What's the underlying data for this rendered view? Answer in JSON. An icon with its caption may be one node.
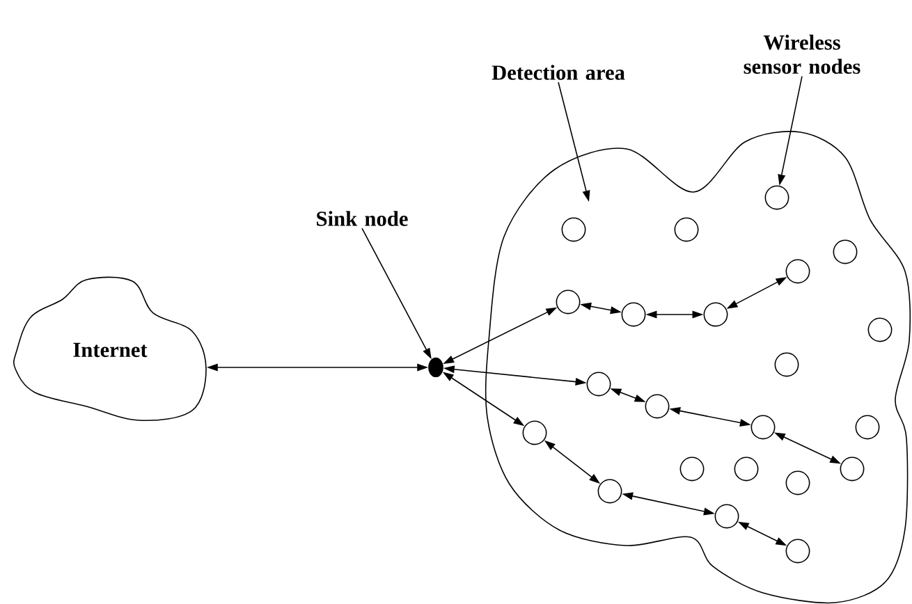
{
  "diagram": {
    "nodes": [
      {
        "text": [
          "Internet"
        ]
      },
      {
        "text": [
          "Sink node"
        ]
      },
      {
        "text": [
          "Detection area"
        ]
      },
      {
        "text": [
          "Wireless sensor nodes"
        ]
      },
      {
        "text": [],
        "shape": "cloud"
      },
      {
        "text": [],
        "shape": "circle"
      },
      {
        "text": [],
        "shape": "circle",
        "in": 4
      },
      {
        "text": [],
        "shape": "circle",
        "in": 4
      },
      {
        "text": [],
        "shape": "circle",
        "in": 4
      },
      {
        "text": [],
        "shape": "circle",
        "in": 4
      },
      {
        "text": [],
        "shape": "circle",
        "in": 4
      },
      {
        "text": [],
        "shape": "circle",
        "in": 4
      },
      {
        "text": [],
        "shape": "circle",
        "in": 4
      },
      {
        "text": [],
        "shape": "circle",
        "in": 4
      },
      {
        "text": [],
        "shape": "circle",
        "in": 4
      },
      {
        "text": [],
        "shape": "circle",
        "in": 4
      },
      {
        "text": [],
        "shape": "circle",
        "in": 4
      },
      {
        "text": [],
        "shape": "circle",
        "in": 4
      },
      {
        "text": [],
        "shape": "circle",
        "in": 4
      },
      {
        "text": [],
        "shape": "circle",
        "in": 4
      },
      {
        "text": [],
        "shape": "circle",
        "in": 4
      },
      {
        "text": [],
        "shape": "circle",
        "in": 4
      },
      {
        "text": [],
        "shape": "circle",
        "in": 4
      },
      {
        "text": [],
        "shape": "circle",
        "in": 4
      },
      {
        "text": [],
        "shape": "circle",
        "in": 4
      },
      {
        "text": [],
        "shape": "circle",
        "in": 4
      },
      {
        "text": [],
        "shape": "circle",
        "in": 4
      },
      {
        "text": [],
        "shape": "circle",
        "in": 4
      }
    ],
    "edges": [
      {
        "from": 0,
        "to": 5,
        "arrow": "both"
      },
      {
        "from": 1,
        "to": 5,
        "arrow": "to"
      },
      {
        "from": 2,
        "to": 4,
        "arrow": "to"
      },
      {
        "from": 3,
        "to": 6,
        "arrow": "to"
      },
      {
        "from": 5,
        "to": 11,
        "arrow": "both"
      },
      {
        "from": 11,
        "to": 12,
        "arrow": "both"
      },
      {
        "from": 12,
        "to": 13,
        "arrow": "both"
      },
      {
        "from": 13,
        "to": 10,
        "arrow": "both"
      },
      {
        "from": 5,
        "to": 16,
        "arrow": "both"
      },
      {
        "from": 16,
        "to": 17,
        "arrow": "both"
      },
      {
        "from": 17,
        "to": 18,
        "arrow": "both"
      },
      {
        "from": 18,
        "to": 23,
        "arrow": "both"
      },
      {
        "from": 5,
        "to": 20,
        "arrow": "both"
      },
      {
        "from": 20,
        "to": 25,
        "arrow": "both"
      },
      {
        "from": 25,
        "to": 26,
        "arrow": "both"
      },
      {
        "from": 26,
        "to": 27,
        "arrow": "both"
      }
    ]
  }
}
